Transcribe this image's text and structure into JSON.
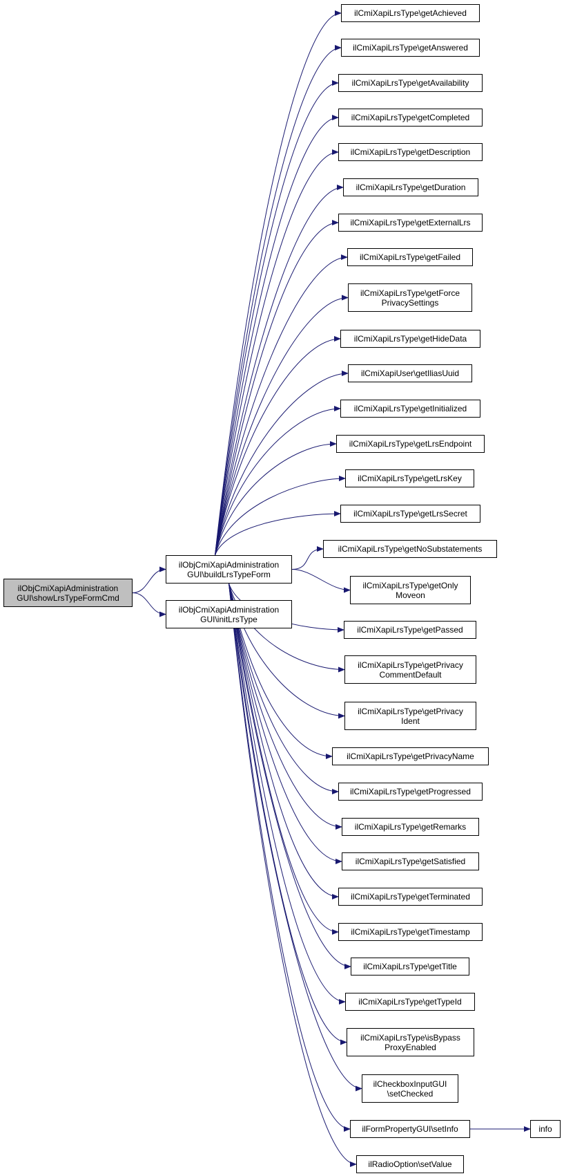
{
  "diagram": {
    "type": "call-graph",
    "edge_color": "#191970",
    "root_fill": "#bfbfbf",
    "nodes": [
      {
        "id": "root",
        "lines": [
          "ilObjCmiXapiAdministration",
          "GUI\\showLrsTypeFormCmd"
        ],
        "root": true
      },
      {
        "id": "build",
        "lines": [
          "ilObjCmiXapiAdministration",
          "GUI\\buildLrsTypeForm"
        ]
      },
      {
        "id": "init",
        "lines": [
          "ilObjCmiXapiAdministration",
          "GUI\\initLrsType"
        ]
      },
      {
        "id": "c1",
        "lines": [
          "ilCmiXapiLrsType\\getAchieved"
        ]
      },
      {
        "id": "c2",
        "lines": [
          "ilCmiXapiLrsType\\getAnswered"
        ]
      },
      {
        "id": "c3",
        "lines": [
          "ilCmiXapiLrsType\\getAvailability"
        ]
      },
      {
        "id": "c4",
        "lines": [
          "ilCmiXapiLrsType\\getCompleted"
        ]
      },
      {
        "id": "c5",
        "lines": [
          "ilCmiXapiLrsType\\getDescription"
        ]
      },
      {
        "id": "c6",
        "lines": [
          "ilCmiXapiLrsType\\getDuration"
        ]
      },
      {
        "id": "c7",
        "lines": [
          "ilCmiXapiLrsType\\getExternalLrs"
        ]
      },
      {
        "id": "c8",
        "lines": [
          "ilCmiXapiLrsType\\getFailed"
        ]
      },
      {
        "id": "c9",
        "lines": [
          "ilCmiXapiLrsType\\getForce",
          "PrivacySettings"
        ]
      },
      {
        "id": "c10",
        "lines": [
          "ilCmiXapiLrsType\\getHideData"
        ]
      },
      {
        "id": "c11",
        "lines": [
          "ilCmiXapiUser\\getIliasUuid"
        ]
      },
      {
        "id": "c12",
        "lines": [
          "ilCmiXapiLrsType\\getInitialized"
        ]
      },
      {
        "id": "c13",
        "lines": [
          "ilCmiXapiLrsType\\getLrsEndpoint"
        ]
      },
      {
        "id": "c14",
        "lines": [
          "ilCmiXapiLrsType\\getLrsKey"
        ]
      },
      {
        "id": "c15",
        "lines": [
          "ilCmiXapiLrsType\\getLrsSecret"
        ]
      },
      {
        "id": "c16",
        "lines": [
          "ilCmiXapiLrsType\\getNoSubstatements"
        ]
      },
      {
        "id": "c17",
        "lines": [
          "ilCmiXapiLrsType\\getOnly",
          "Moveon"
        ]
      },
      {
        "id": "c18",
        "lines": [
          "ilCmiXapiLrsType\\getPassed"
        ]
      },
      {
        "id": "c19",
        "lines": [
          "ilCmiXapiLrsType\\getPrivacy",
          "CommentDefault"
        ]
      },
      {
        "id": "c20",
        "lines": [
          "ilCmiXapiLrsType\\getPrivacy",
          "Ident"
        ]
      },
      {
        "id": "c21",
        "lines": [
          "ilCmiXapiLrsType\\getPrivacyName"
        ]
      },
      {
        "id": "c22",
        "lines": [
          "ilCmiXapiLrsType\\getProgressed"
        ]
      },
      {
        "id": "c23",
        "lines": [
          "ilCmiXapiLrsType\\getRemarks"
        ]
      },
      {
        "id": "c24",
        "lines": [
          "ilCmiXapiLrsType\\getSatisfied"
        ]
      },
      {
        "id": "c25",
        "lines": [
          "ilCmiXapiLrsType\\getTerminated"
        ]
      },
      {
        "id": "c26",
        "lines": [
          "ilCmiXapiLrsType\\getTimestamp"
        ]
      },
      {
        "id": "c27",
        "lines": [
          "ilCmiXapiLrsType\\getTitle"
        ]
      },
      {
        "id": "c28",
        "lines": [
          "ilCmiXapiLrsType\\getTypeId"
        ]
      },
      {
        "id": "c29",
        "lines": [
          "ilCmiXapiLrsType\\isBypass",
          "ProxyEnabled"
        ]
      },
      {
        "id": "c30",
        "lines": [
          "ilCheckboxInputGUI",
          "\\setChecked"
        ]
      },
      {
        "id": "c31",
        "lines": [
          "ilFormPropertyGUI\\setInfo"
        ]
      },
      {
        "id": "c32",
        "lines": [
          "ilRadioOption\\setValue"
        ]
      },
      {
        "id": "info",
        "lines": [
          "info"
        ]
      }
    ],
    "edges": [
      [
        "root",
        "build"
      ],
      [
        "root",
        "init"
      ],
      [
        "build",
        "c1"
      ],
      [
        "build",
        "c2"
      ],
      [
        "build",
        "c3"
      ],
      [
        "build",
        "c4"
      ],
      [
        "build",
        "c5"
      ],
      [
        "build",
        "c6"
      ],
      [
        "build",
        "c7"
      ],
      [
        "build",
        "c8"
      ],
      [
        "build",
        "c9"
      ],
      [
        "build",
        "c10"
      ],
      [
        "build",
        "c11"
      ],
      [
        "build",
        "c12"
      ],
      [
        "build",
        "c13"
      ],
      [
        "build",
        "c14"
      ],
      [
        "build",
        "c15"
      ],
      [
        "build",
        "c16"
      ],
      [
        "build",
        "c17"
      ],
      [
        "build",
        "c18"
      ],
      [
        "build",
        "c19"
      ],
      [
        "build",
        "c20"
      ],
      [
        "build",
        "c21"
      ],
      [
        "build",
        "c22"
      ],
      [
        "build",
        "c23"
      ],
      [
        "build",
        "c24"
      ],
      [
        "build",
        "c25"
      ],
      [
        "build",
        "c26"
      ],
      [
        "build",
        "c27"
      ],
      [
        "build",
        "c28"
      ],
      [
        "build",
        "c29"
      ],
      [
        "build",
        "c30"
      ],
      [
        "build",
        "c31"
      ],
      [
        "build",
        "c32"
      ],
      [
        "c31",
        "info"
      ]
    ]
  }
}
